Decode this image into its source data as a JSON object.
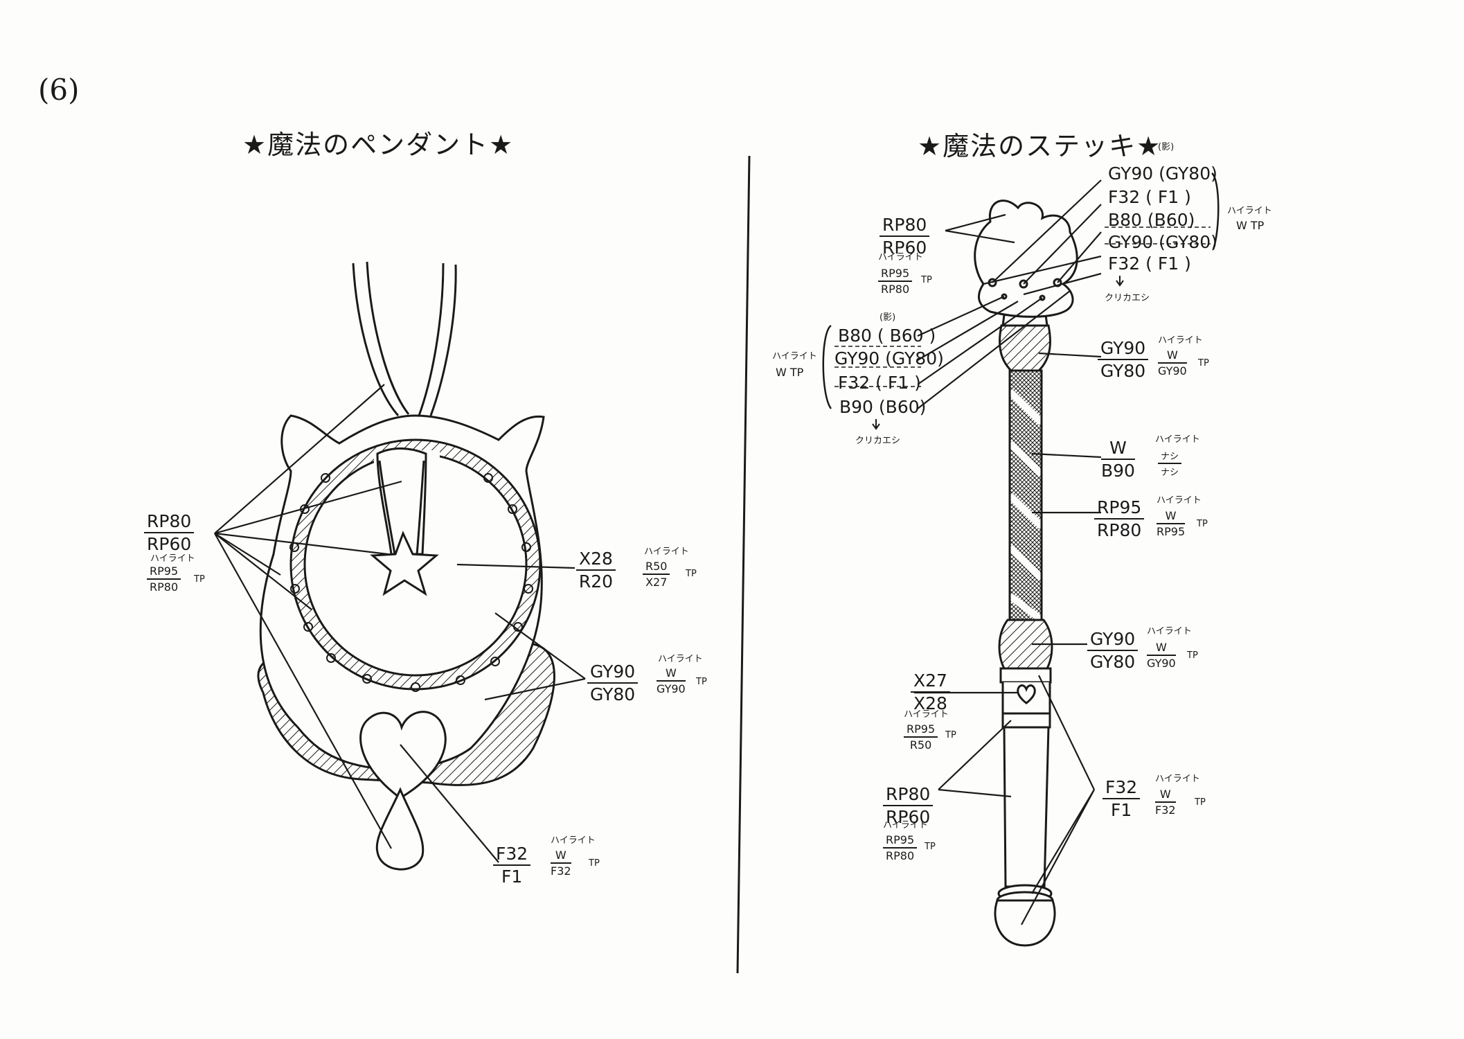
{
  "page_number": "(6)",
  "pendant": {
    "title": "★魔法のペンダント★",
    "label_rp": {
      "top": "RP80",
      "bottom": "RP60"
    },
    "label_rp_hi": {
      "note": "ハイライト",
      "top": "RP95",
      "bottom": "RP80",
      "mark": "TP"
    },
    "label_x": {
      "top": "X28",
      "bottom": "R20"
    },
    "label_x_hi": {
      "note": "ハイライト",
      "top": "R50",
      "bottom": "X27",
      "mark": "TP"
    },
    "label_gy": {
      "top": "GY90",
      "bottom": "GY80"
    },
    "label_gy_hi": {
      "note": "ハイライト",
      "top": "W",
      "bottom": "GY90",
      "mark": "TP"
    },
    "label_f": {
      "top": "F32",
      "bottom": "F1"
    },
    "label_f_hi": {
      "note": "ハイライト",
      "top": "W",
      "bottom": "F32",
      "mark": "TP"
    }
  },
  "stick": {
    "title": "★魔法のステッキ★",
    "shadow_note_top": "(影)",
    "right_stack": [
      {
        "text": "GY90 (GY80)"
      },
      {
        "text": "F32 ( F1 )"
      },
      {
        "text": "B80 (B60)"
      },
      {
        "text": "GY90 (GY80)"
      },
      {
        "text": "F32 ( F1 )"
      }
    ],
    "right_stack_hi": {
      "note": "ハイライト",
      "value": "W TP"
    },
    "right_note": "クリカエシ",
    "label_rp_head": {
      "top": "RP80",
      "bottom": "RP60"
    },
    "label_rp_head_hi": {
      "note": "ハイライト",
      "top": "RP95",
      "bottom": "RP80",
      "mark": "TP"
    },
    "shadow_note_left": "(影)",
    "left_stack": [
      {
        "text": "B80 ( B60 )"
      },
      {
        "text": "GY90 (GY80)"
      },
      {
        "text": "F32 ( F1 )"
      },
      {
        "text": "B90 (B60)"
      }
    ],
    "left_stack_hi": {
      "note": "ハイライト",
      "value": "W TP"
    },
    "left_note": "クリカエシ",
    "label_gy_collar": {
      "top": "GY90",
      "bottom": "GY80"
    },
    "label_gy_collar_hi": {
      "note": "ハイライト",
      "top": "W",
      "bottom": "GY90",
      "mark": "TP"
    },
    "label_w": {
      "top": "W",
      "bottom": "B90"
    },
    "label_w_hi": {
      "note": "ハイライト",
      "top": "ナシ",
      "bottom": "ナシ"
    },
    "label_rp_stripe": {
      "top": "RP95",
      "bottom": "RP80"
    },
    "label_rp_stripe_hi": {
      "note": "ハイライト",
      "top": "W",
      "bottom": "RP95",
      "mark": "TP"
    },
    "label_gy_lower": {
      "top": "GY90",
      "bottom": "GY80"
    },
    "label_gy_lower_hi": {
      "note": "ハイライト",
      "top": "W",
      "bottom": "GY90",
      "mark": "TP"
    },
    "label_x_heart": {
      "top": "X27",
      "bottom": "X28"
    },
    "label_x_heart_hi": {
      "note": "ハイライト",
      "top": "RP95",
      "bottom": "R50",
      "mark": "TP"
    },
    "label_rp_grip": {
      "top": "RP80",
      "bottom": "RP60"
    },
    "label_rp_grip_hi": {
      "note": "ハイライト",
      "top": "RP95",
      "bottom": "RP80",
      "mark": "TP"
    },
    "label_f_grip": {
      "top": "F32",
      "bottom": "F1"
    },
    "label_f_grip_hi": {
      "note": "ハイライト",
      "top": "W",
      "bottom": "F32",
      "mark": "TP"
    }
  }
}
